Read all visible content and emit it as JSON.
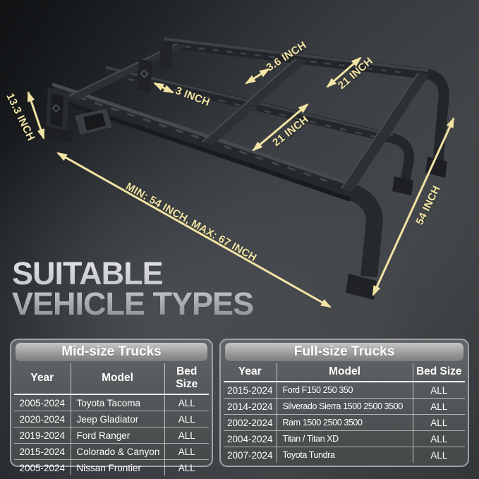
{
  "dimensions": {
    "height": "13.3 INCH",
    "post_width": "3 INCH",
    "bar_width": "3.6 INCH",
    "bar_gap_rear": "21 INCH",
    "bar_gap_front": "21 INCH",
    "length_range": "MIN: 54 INCH, MAX: 67 INCH",
    "side_length": "54 INCH"
  },
  "heading": {
    "line1": "SUITABLE",
    "line2": "VEHICLE TYPES"
  },
  "tables": [
    {
      "title": "Mid-size Trucks",
      "headers": [
        "Year",
        "Model",
        "Bed Size"
      ],
      "rows": [
        [
          "2005-2024",
          "Toyota Tacoma",
          "ALL"
        ],
        [
          "2020-2024",
          "Jeep Gladiator",
          "ALL"
        ],
        [
          "2019-2024",
          "Ford Ranger",
          "ALL"
        ],
        [
          "2015-2024",
          "Colorado & Canyon",
          "ALL"
        ],
        [
          "2005-2024",
          "Nissan Frontier",
          "ALL"
        ]
      ]
    },
    {
      "title": "Full-size Trucks",
      "headers": [
        "Year",
        "Model",
        "Bed Size"
      ],
      "rows": [
        [
          "2015-2024",
          "Ford F150 250 350",
          "ALL"
        ],
        [
          "2014-2024",
          "Silverado Sierra 1500 2500 3500",
          "ALL"
        ],
        [
          "2002-2024",
          "Ram 1500 2500 3500",
          "ALL"
        ],
        [
          "2004-2024",
          "Titan / Titan XD",
          "ALL"
        ],
        [
          "2007-2024",
          "Toyota Tundra",
          "ALL"
        ]
      ]
    }
  ],
  "colors": {
    "dimension_accent": "#f2e4a4",
    "heading_silver_top": "#dddee0",
    "heading_silver_bottom": "#939597",
    "table_text": "#ffffff",
    "rack_metal": "#26292c",
    "background_dark": "#141618",
    "background_mid": "#3e4144"
  }
}
